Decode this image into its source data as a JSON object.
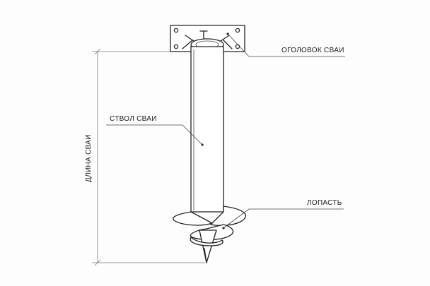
{
  "labels": {
    "head": "ОГОЛОВОК СВАИ",
    "shaft": "СТВОЛ СВАИ",
    "blade": "ЛОПАСТЬ",
    "length": "ДЛИНА СВАИ"
  },
  "colors": {
    "stroke": "#222222",
    "background": "#fdfdfd"
  }
}
